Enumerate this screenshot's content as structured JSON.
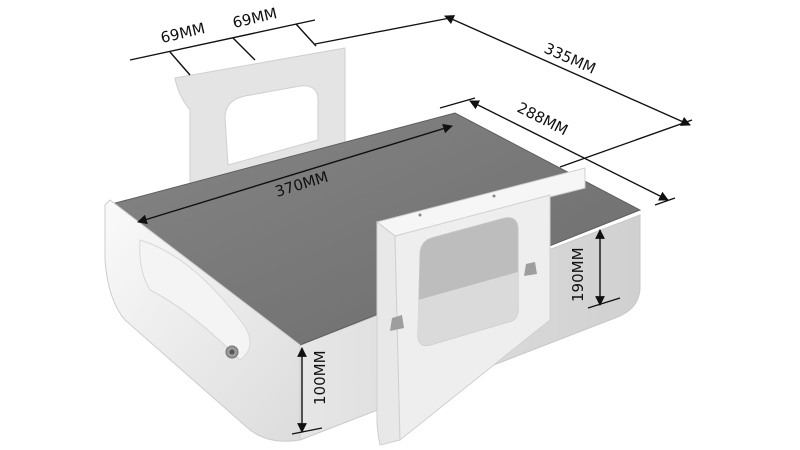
{
  "diagram": {
    "title": "Under-desk drawer dimensions",
    "unit": "MM",
    "colors": {
      "background": "#ffffff",
      "top_panel": "#7a7a7a",
      "body_light": "#e9e9e9",
      "body_shadow": "#d4d4d4",
      "bracket": "#ececec",
      "dimension_line": "#111111"
    },
    "dimensions": {
      "bracket_spacing_left": "69MM",
      "bracket_spacing_right": "69MM",
      "overall_depth": "335MM",
      "body_depth": "288MM",
      "width": "370MM",
      "rear_height": "190MM",
      "front_height": "100MM"
    }
  }
}
